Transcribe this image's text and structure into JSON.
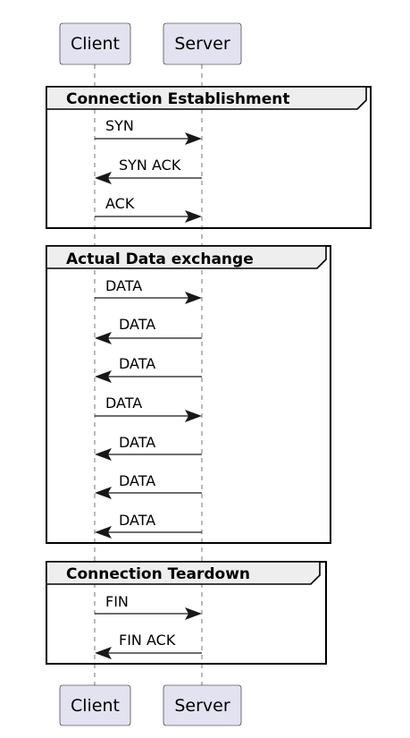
{
  "participants": [
    {
      "id": "client",
      "label": "Client"
    },
    {
      "id": "server",
      "label": "Server"
    }
  ],
  "groups": [
    {
      "title": "Connection Establishment",
      "messages": [
        {
          "label": "SYN",
          "from": "client",
          "to": "server"
        },
        {
          "label": "SYN ACK",
          "from": "server",
          "to": "client"
        },
        {
          "label": "ACK",
          "from": "client",
          "to": "server"
        }
      ]
    },
    {
      "title": "Actual Data exchange",
      "messages": [
        {
          "label": "DATA",
          "from": "client",
          "to": "server"
        },
        {
          "label": "DATA",
          "from": "server",
          "to": "client"
        },
        {
          "label": "DATA",
          "from": "server",
          "to": "client"
        },
        {
          "label": "DATA",
          "from": "client",
          "to": "server"
        },
        {
          "label": "DATA",
          "from": "server",
          "to": "client"
        },
        {
          "label": "DATA",
          "from": "server",
          "to": "client"
        },
        {
          "label": "DATA",
          "from": "server",
          "to": "client"
        }
      ]
    },
    {
      "title": "Connection Teardown",
      "messages": [
        {
          "label": "FIN",
          "from": "client",
          "to": "server"
        },
        {
          "label": "FIN ACK",
          "from": "server",
          "to": "client"
        }
      ]
    }
  ],
  "colors": {
    "participant_fill": "#e2e2f0",
    "frame_tab_fill": "#eeeeee",
    "line": "#181818"
  }
}
